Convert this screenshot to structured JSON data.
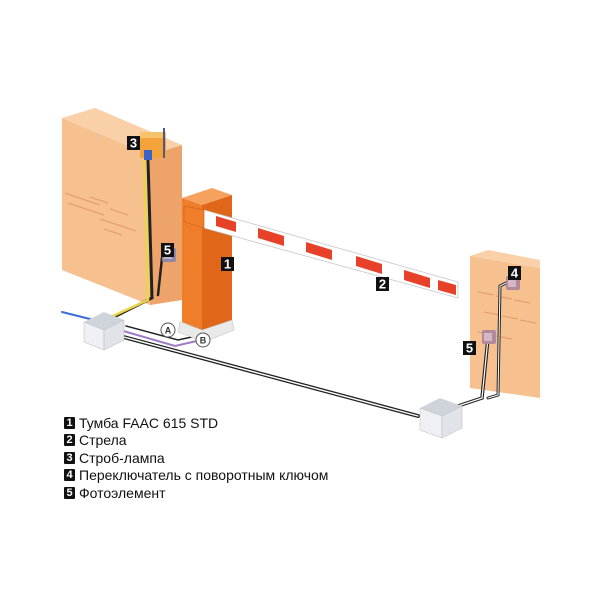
{
  "diagram": {
    "callouts": {
      "pillar": "1",
      "boom": "2",
      "lamp": "3",
      "switch": "4",
      "photocell_left": "5",
      "photocell_right": "5",
      "junction_a": "A",
      "junction_b": "B"
    },
    "colors": {
      "brick": "#f2b27e",
      "brick_dark": "#e89a5e",
      "pillar_front": "#f07d2a",
      "pillar_side": "#e0661a",
      "boom_red": "#e8412a",
      "cable": "#222222",
      "cable_yellow": "#e8d54a",
      "cable_blue": "#3a6ed8",
      "cable_purple": "#a07ac8"
    }
  },
  "legend": [
    {
      "num": "1",
      "text": "Тумба FAAC 615 STD"
    },
    {
      "num": "2",
      "text": "Стрела"
    },
    {
      "num": "3",
      "text": "Строб-лампа"
    },
    {
      "num": "4",
      "text": "Переключатель с поворотным ключом"
    },
    {
      "num": "5",
      "text": "Фотоэлемент"
    }
  ]
}
